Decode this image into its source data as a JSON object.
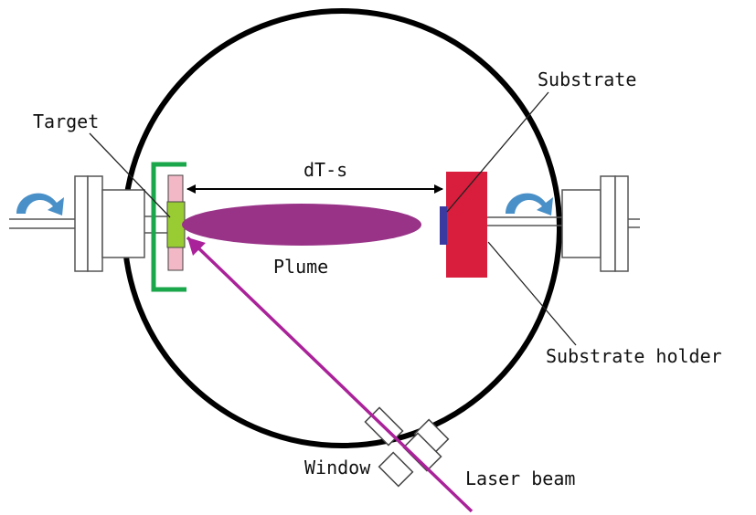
{
  "labels": {
    "target": "Target",
    "substrate": "Substrate",
    "distance": "dT-s",
    "plume": "Plume",
    "substrate_holder": "Substrate holder",
    "window": "Window",
    "laser_beam": "Laser beam"
  },
  "colors": {
    "chamber": "#000000",
    "plume": "#993388",
    "laser": "#aa2299",
    "substrate_holder": "#d81e3c",
    "substrate": "#3a3aa0",
    "target_face": "#99cc33",
    "target_holder": "#f2b8c6",
    "bracket": "#1aa64a",
    "rotation_arrow": "#4a90c8",
    "hardware": "#555555"
  },
  "icons": {
    "rotation": "curved-arrow-icon"
  }
}
